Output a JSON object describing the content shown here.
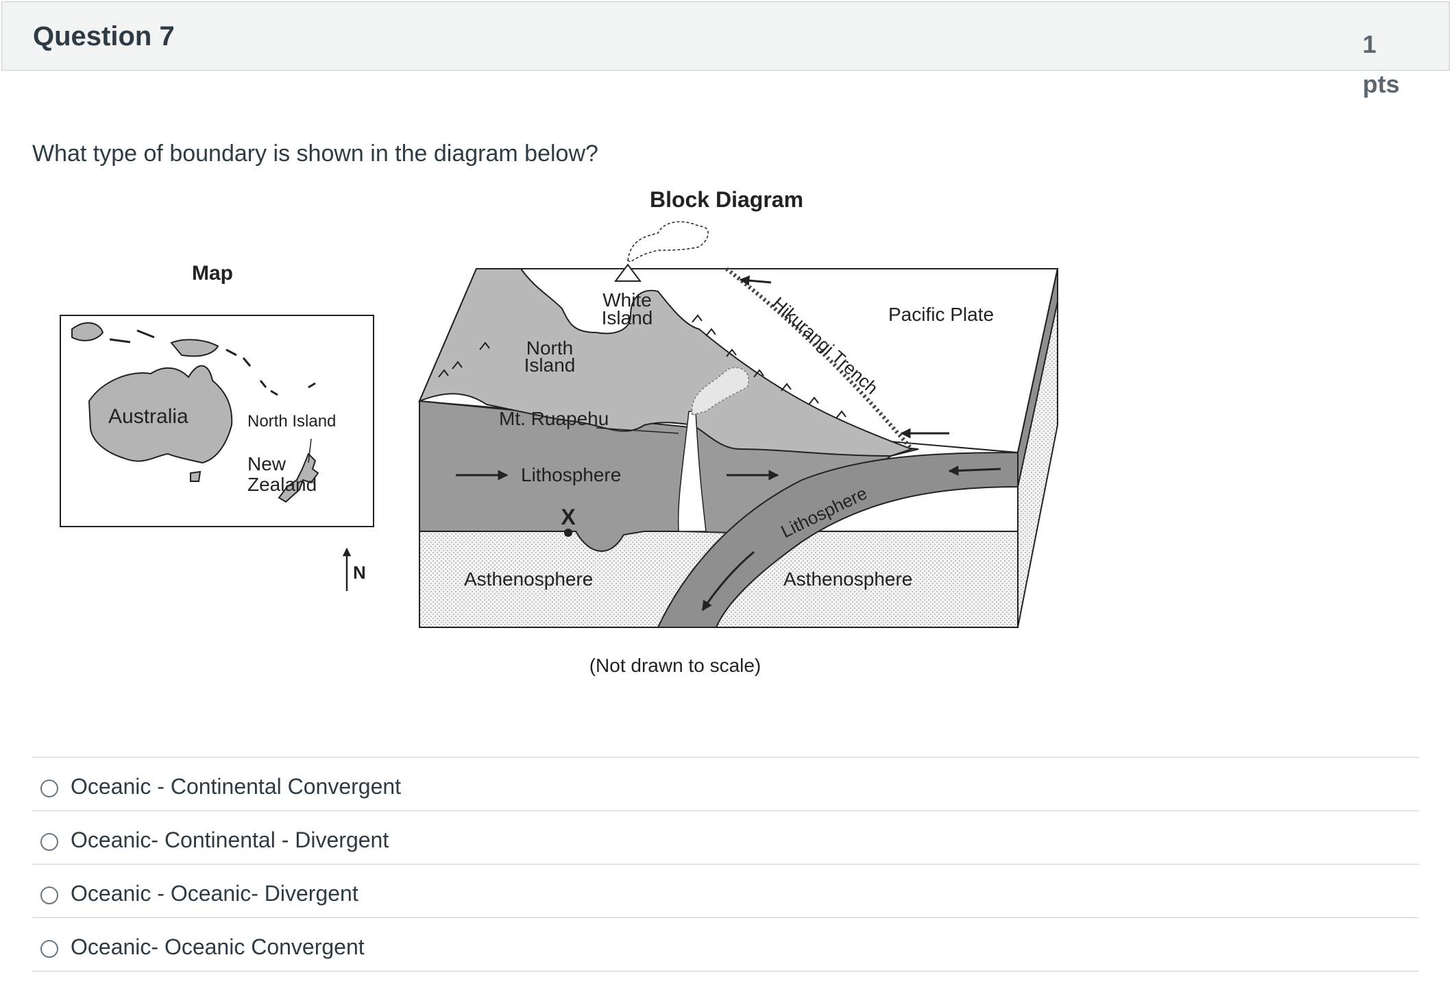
{
  "header": {
    "title": "Question 7",
    "points": "1 pts"
  },
  "question": {
    "text": "What type of boundary is shown in the diagram below?"
  },
  "diagram": {
    "title": "Block Diagram",
    "map_title": "Map",
    "map_labels": {
      "australia": "Australia",
      "north_island": "North Island",
      "new_zealand_1": "New",
      "new_zealand_2": "Zealand",
      "north": "N"
    },
    "block_labels": {
      "white_island_1": "White",
      "white_island_2": "Island",
      "north_island_1": "North",
      "north_island_2": "Island",
      "mt_ruapehu": "Mt. Ruapehu",
      "lithosphere_left": "Lithosphere",
      "lithosphere_slab": "Lithosphere",
      "asthenosphere_left": "Asthenosphere",
      "asthenosphere_right": "Asthenosphere",
      "pacific_plate": "Pacific Plate",
      "trench": "Hikurangi Trench",
      "x_marker": "X"
    },
    "caption": "(Not drawn to scale)"
  },
  "answers": [
    {
      "label": "Oceanic - Continental Convergent"
    },
    {
      "label": "Oceanic- Continental - Divergent"
    },
    {
      "label": "Oceanic - Oceanic- Divergent"
    },
    {
      "label": "Oceanic- Oceanic Convergent"
    }
  ]
}
